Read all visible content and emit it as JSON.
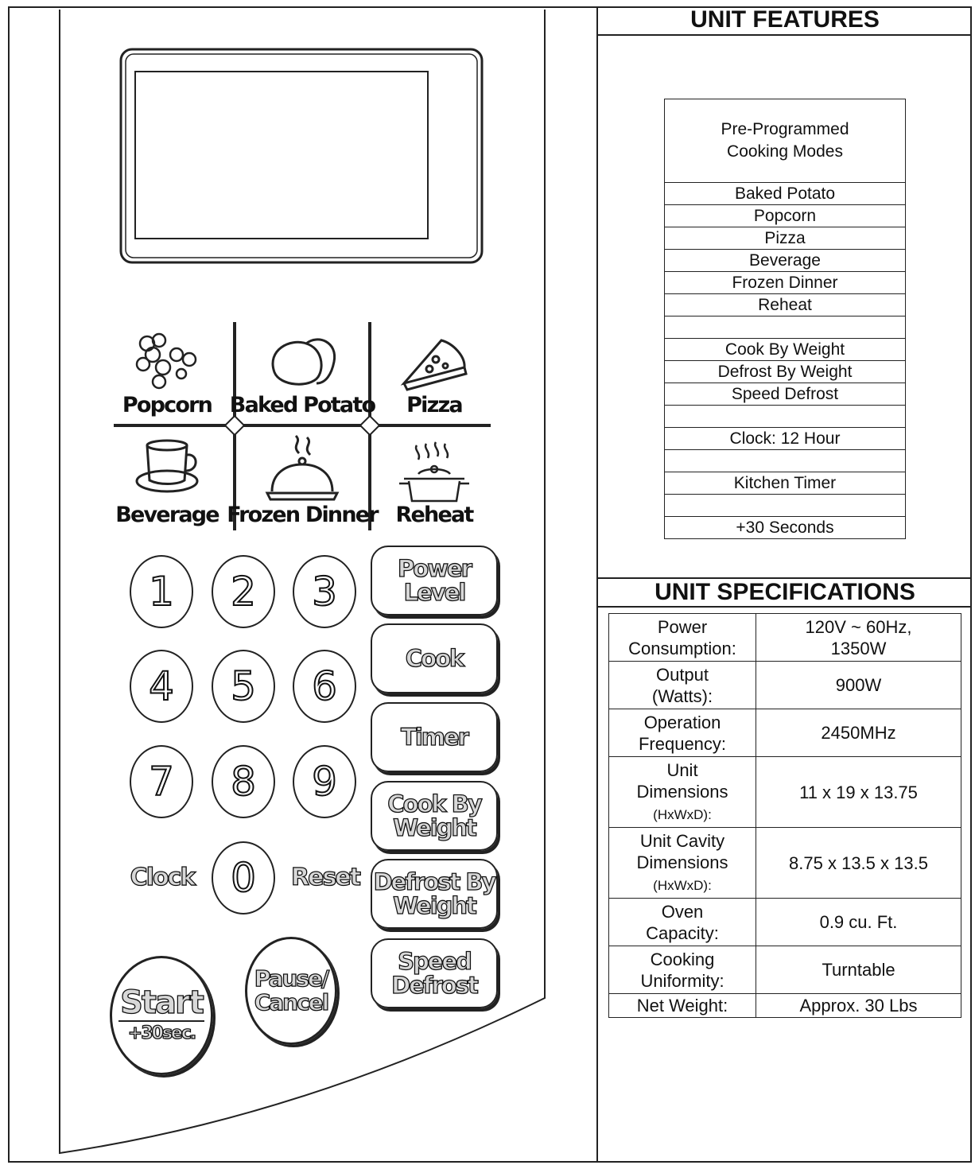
{
  "panel": {
    "pads": [
      {
        "label": "Popcorn",
        "icon": "popcorn-icon"
      },
      {
        "label": "Baked Potato",
        "icon": "potato-icon"
      },
      {
        "label": "Pizza",
        "icon": "pizza-icon"
      },
      {
        "label": "Beverage",
        "icon": "beverage-icon"
      },
      {
        "label": "Frozen Dinner",
        "icon": "cloche-icon"
      },
      {
        "label": "Reheat",
        "icon": "pot-icon"
      }
    ],
    "digits": [
      "1",
      "2",
      "3",
      "4",
      "5",
      "6",
      "7",
      "8",
      "9",
      "0"
    ],
    "clock_label": "Clock",
    "reset_label": "Reset",
    "commands": [
      {
        "line1": "Power",
        "line2": "Level"
      },
      {
        "line1": "Cook",
        "line2": ""
      },
      {
        "line1": "Timer",
        "line2": ""
      },
      {
        "line1": "Cook By",
        "line2": "Weight"
      },
      {
        "line1": "Defrost By",
        "line2": "Weight"
      },
      {
        "line1": "Speed",
        "line2": "Defrost"
      }
    ],
    "start": {
      "line1": "Start",
      "line2": "+30sec."
    },
    "pause": {
      "line1": "Pause/",
      "line2": "Cancel"
    }
  },
  "features": {
    "title": "UNIT FEATURES",
    "table_header_line1": "Pre-Programmed",
    "table_header_line2": "Cooking Modes",
    "rows": [
      "Baked Potato",
      "Popcorn",
      "Pizza",
      "Beverage",
      "Frozen Dinner",
      "Reheat",
      "",
      "Cook By Weight",
      "Defrost By Weight",
      "Speed Defrost",
      "",
      "Clock:  12 Hour",
      "",
      "Kitchen Timer",
      "",
      "+30 Seconds"
    ]
  },
  "specs": {
    "title": "UNIT SPECIFICATIONS",
    "rows": [
      {
        "k1": "Power",
        "k2": "Consumption:",
        "k3": "",
        "v1": "120V ~ 60Hz,",
        "v2": "1350W"
      },
      {
        "k1": "Output",
        "k2": "(Watts):",
        "k3": "",
        "v1": "900W",
        "v2": ""
      },
      {
        "k1": "Operation",
        "k2": "Frequency:",
        "k3": "",
        "v1": "2450MHz",
        "v2": ""
      },
      {
        "k1": "Unit",
        "k2": "Dimensions",
        "k3": "(HxWxD):",
        "v1": "11 x 19 x 13.75",
        "v2": ""
      },
      {
        "k1": "Unit Cavity",
        "k2": "Dimensions",
        "k3": "(HxWxD):",
        "v1": "8.75 x 13.5 x 13.5",
        "v2": ""
      },
      {
        "k1": "Oven",
        "k2": "Capacity:",
        "k3": "",
        "v1": "0.9 cu. Ft.",
        "v2": ""
      },
      {
        "k1": "Cooking",
        "k2": "Uniformity:",
        "k3": "",
        "v1": "Turntable",
        "v2": ""
      },
      {
        "k1": "Net Weight:",
        "k2": "",
        "k3": "",
        "v1": "Approx. 30 Lbs",
        "v2": ""
      }
    ]
  }
}
